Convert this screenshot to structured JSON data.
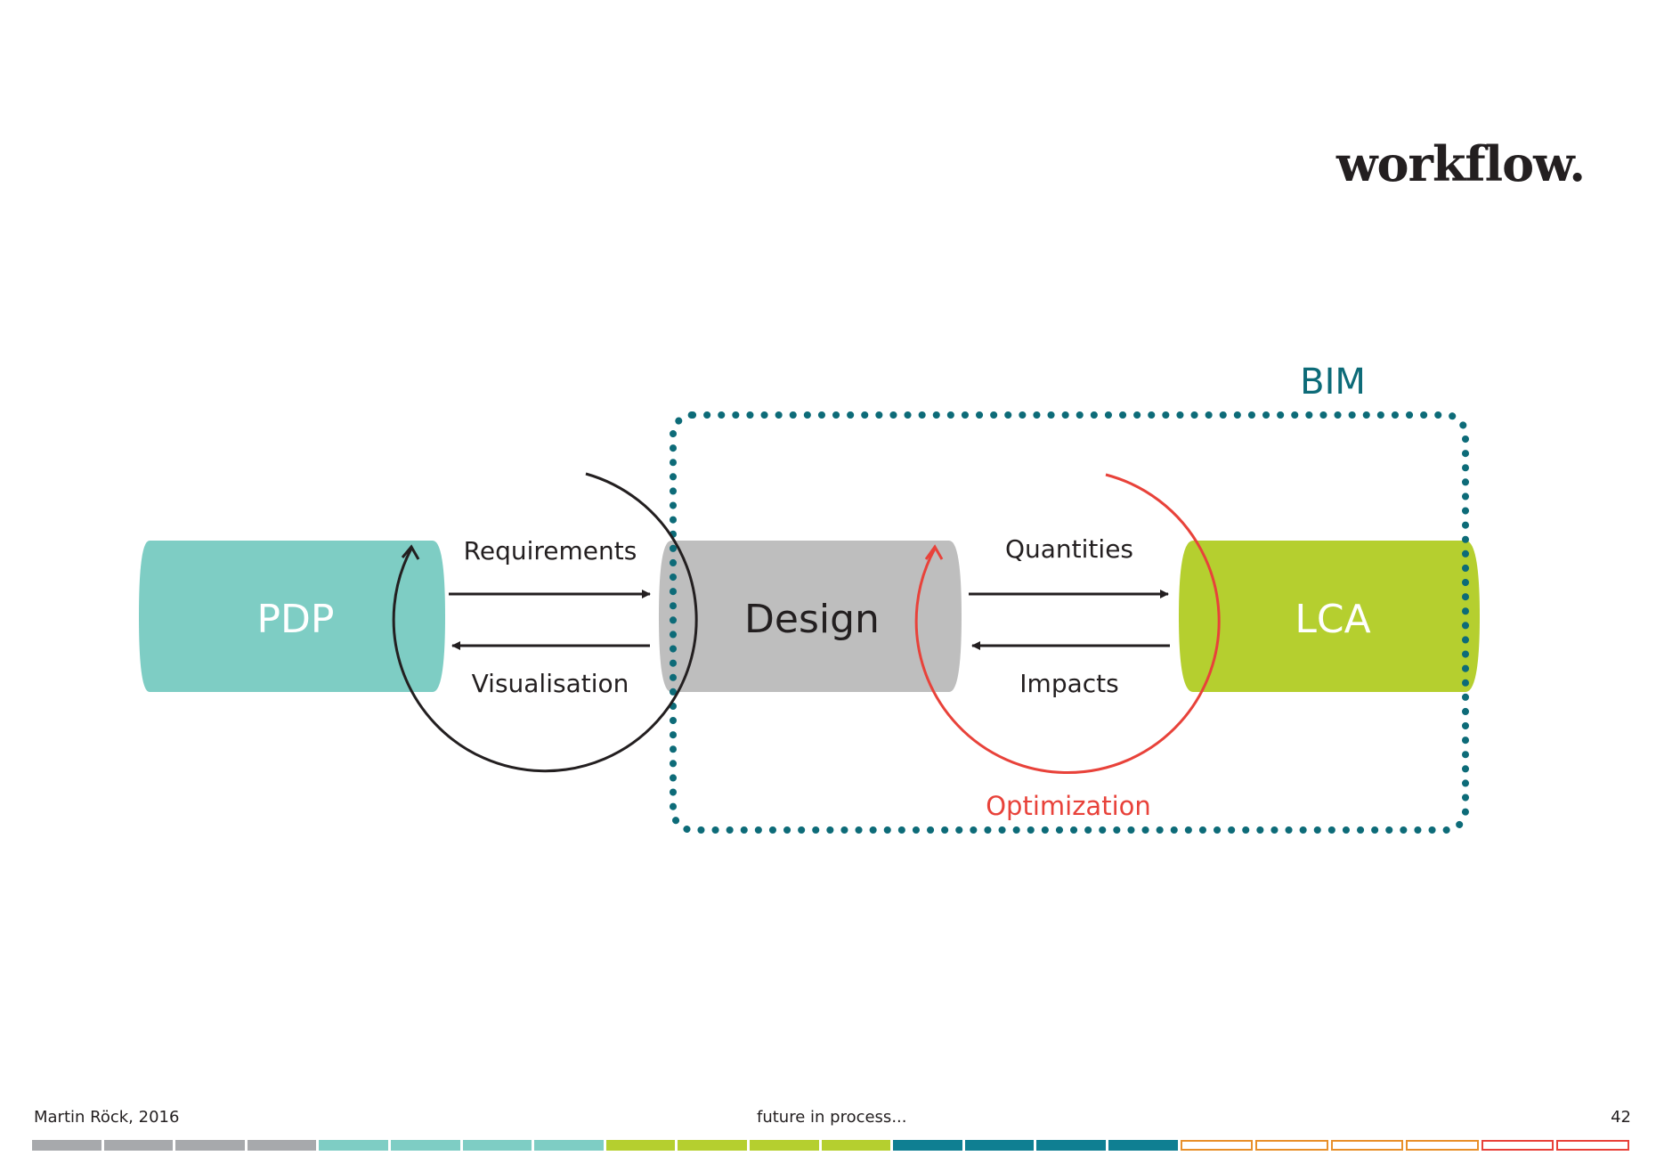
{
  "title": "workflow.",
  "bim_label": "BIM",
  "nodes": {
    "pdp": "PDP",
    "design": "Design",
    "lca": "LCA"
  },
  "edges": {
    "requirements": "Requirements",
    "visualisation": "Visualisation",
    "quantities": "Quantities",
    "impacts": "Impacts"
  },
  "loop_label": "Optimization",
  "footer": {
    "author": "Martin Röck, 2016",
    "tagline": "future in process...",
    "page_number": "42"
  },
  "colors": {
    "pdp": "#7ecdc4",
    "design": "#bebebe",
    "lca": "#b5cf2f",
    "bim": "#0d6b78",
    "optimization": "#e8423a",
    "text": "#231f20"
  },
  "progress": {
    "total_segments": 22,
    "current_segment": 0,
    "segments": [
      {
        "color": "#a7a9ac",
        "filled": true
      },
      {
        "color": "#a7a9ac",
        "filled": true
      },
      {
        "color": "#a7a9ac",
        "filled": true
      },
      {
        "color": "#a7a9ac",
        "filled": true
      },
      {
        "color": "#7ecdc4",
        "filled": true
      },
      {
        "color": "#7ecdc4",
        "filled": true
      },
      {
        "color": "#7ecdc4",
        "filled": true
      },
      {
        "color": "#7ecdc4",
        "filled": true
      },
      {
        "color": "#b5cf2f",
        "filled": true
      },
      {
        "color": "#b5cf2f",
        "filled": true
      },
      {
        "color": "#b5cf2f",
        "filled": true
      },
      {
        "color": "#b5cf2f",
        "filled": true
      },
      {
        "color": "#0f7f92",
        "filled": true
      },
      {
        "color": "#0f7f92",
        "filled": true
      },
      {
        "color": "#0f7f92",
        "filled": true
      },
      {
        "color": "#0f7f92",
        "filled": true
      },
      {
        "color": "#e8902a",
        "filled": false
      },
      {
        "color": "#e8902a",
        "filled": false
      },
      {
        "color": "#e8902a",
        "filled": false
      },
      {
        "color": "#e8902a",
        "filled": false
      },
      {
        "color": "#e8423a",
        "filled": false
      },
      {
        "color": "#e8423a",
        "filled": false
      }
    ]
  }
}
